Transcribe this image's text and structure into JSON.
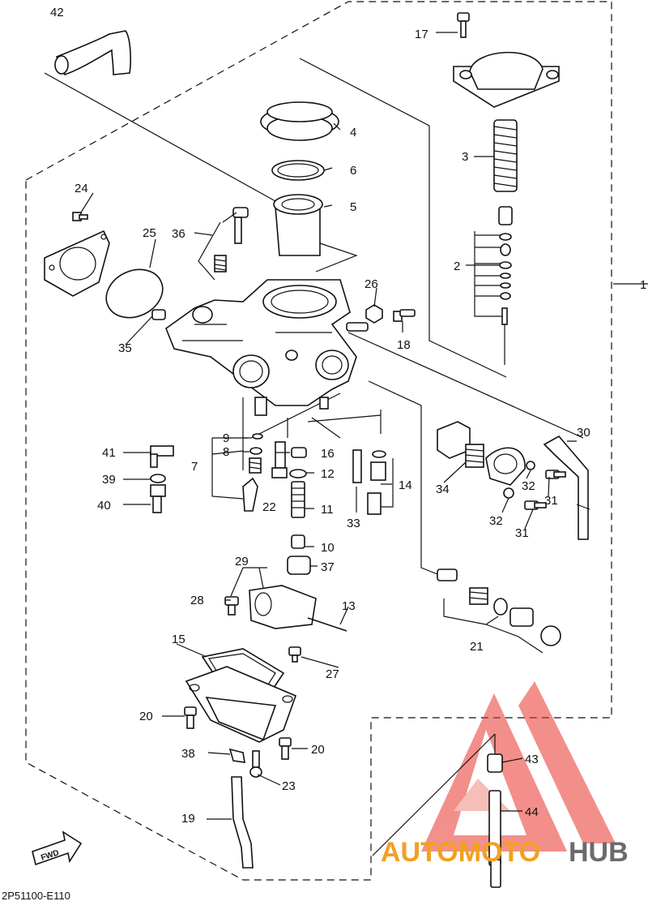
{
  "diagram": {
    "code": "2P51100-E110",
    "fwd_label": "FWD",
    "part_labels": {
      "p1": "1",
      "p2": "2",
      "p3": "3",
      "p4": "4",
      "p5": "5",
      "p6": "6",
      "p7": "7",
      "p8": "8",
      "p9": "9",
      "p10": "10",
      "p11": "11",
      "p12": "12",
      "p13": "13",
      "p14": "14",
      "p15": "15",
      "p16": "16",
      "p17": "17",
      "p18": "18",
      "p19": "19",
      "p20a": "20",
      "p20b": "20",
      "p21": "21",
      "p22": "22",
      "p23": "23",
      "p24": "24",
      "p25": "25",
      "p26": "26",
      "p27": "27",
      "p28": "28",
      "p29": "29",
      "p30": "30",
      "p31a": "31",
      "p31b": "31",
      "p32a": "32",
      "p32b": "32",
      "p33": "33",
      "p34": "34",
      "p35": "35",
      "p36": "36",
      "p37": "37",
      "p38": "38",
      "p39": "39",
      "p40": "40",
      "p41": "41",
      "p42": "42",
      "p43": "43",
      "p44": "44"
    }
  },
  "watermark": {
    "brand_part1": "AUTOMOTO",
    "brand_part2": "HUB",
    "color_red": "#e8352e",
    "color_orange": "#f2a020",
    "color_gray": "#6b6b6b"
  }
}
